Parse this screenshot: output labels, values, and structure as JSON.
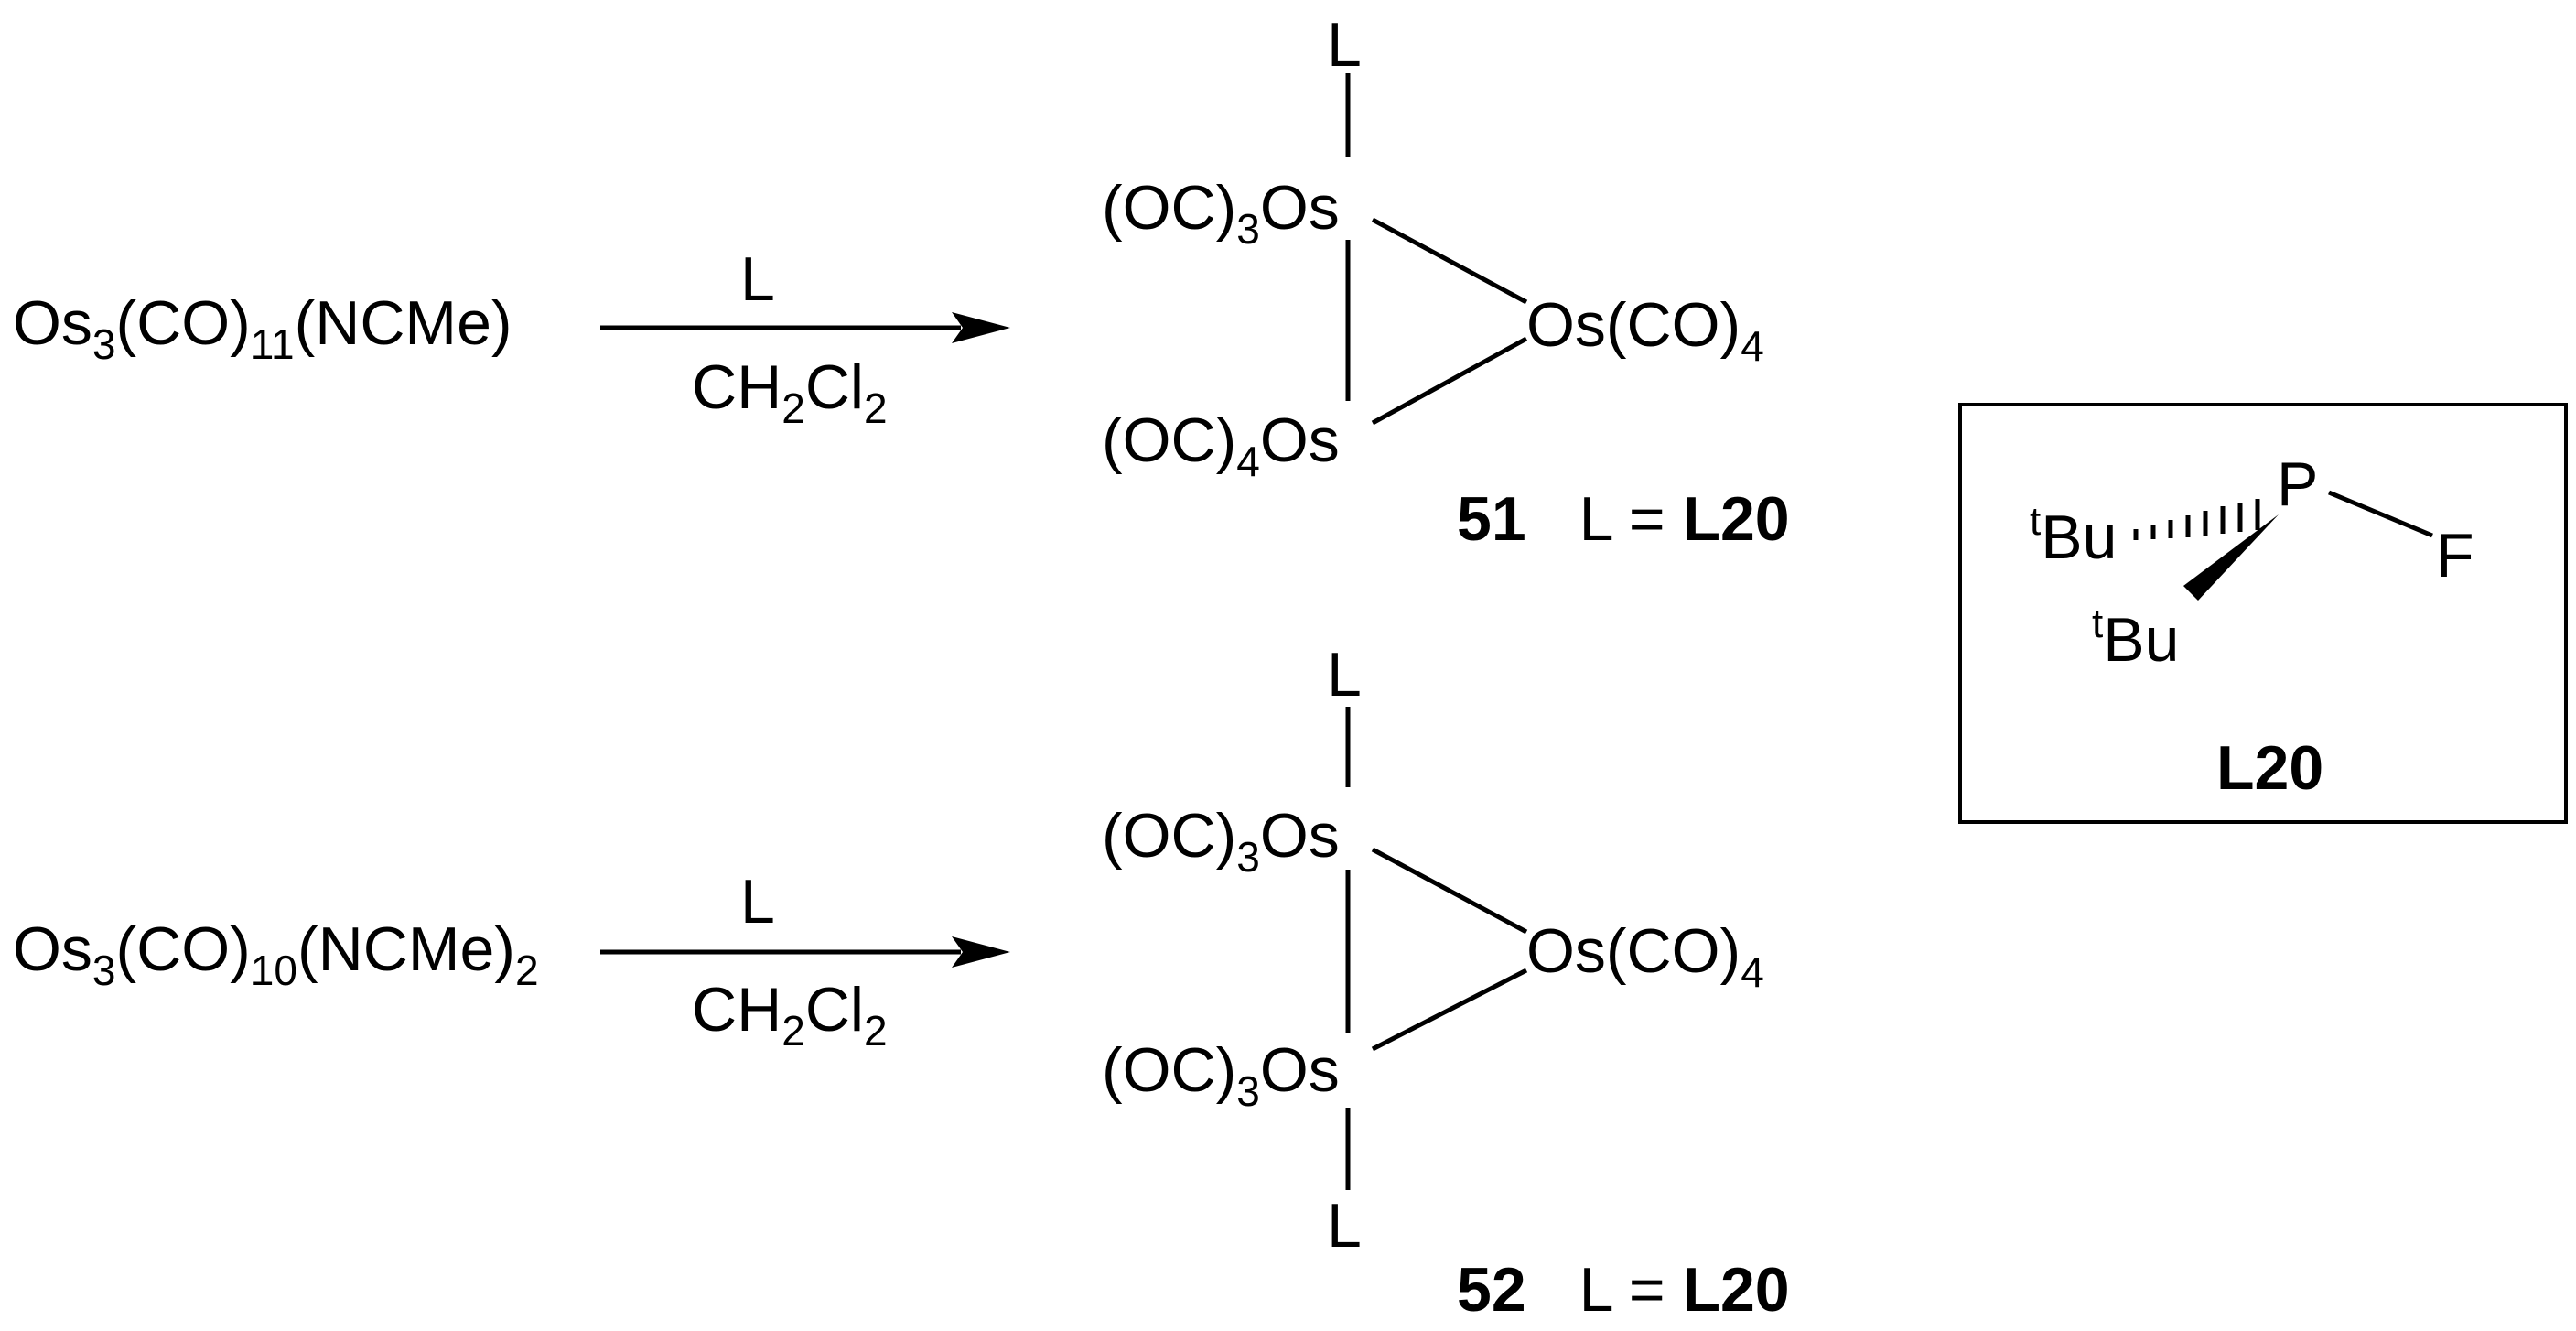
{
  "reaction1": {
    "reactant": {
      "a": "Os",
      "a_sub": "3",
      "b": "(CO)",
      "b_sub": "11",
      "c": "(NCMe)"
    },
    "reagent_above": "L",
    "reagent_below": {
      "a": "CH",
      "a_sub": "2",
      "b": "Cl",
      "b_sub": "2"
    },
    "product": {
      "top_ligand": "L",
      "os1": {
        "a": "(OC)",
        "a_sub": "3",
        "b": "Os"
      },
      "os2": {
        "a": "Os(CO)",
        "a_sub": "4"
      },
      "os3": {
        "a": "(OC)",
        "a_sub": "4",
        "b": "Os"
      },
      "number": "51",
      "l_eq": "L = ",
      "ligand_name": "L20"
    }
  },
  "reaction2": {
    "reactant": {
      "a": "Os",
      "a_sub": "3",
      "b": "(CO)",
      "b_sub": "10",
      "c": "(NCMe)",
      "c_sub": "2"
    },
    "reagent_above": "L",
    "reagent_below": {
      "a": "CH",
      "a_sub": "2",
      "b": "Cl",
      "b_sub": "2"
    },
    "product": {
      "top_ligand": "L",
      "os1": {
        "a": "(OC)",
        "a_sub": "3",
        "b": "Os"
      },
      "os2": {
        "a": "Os(CO)",
        "a_sub": "4"
      },
      "os3": {
        "a": "(OC)",
        "a_sub": "3",
        "b": "Os"
      },
      "bottom_ligand": "L",
      "number": "52",
      "l_eq": "L = ",
      "ligand_name": "L20"
    }
  },
  "ligand_box": {
    "tbu1_sup": "t",
    "tbu1": "Bu",
    "tbu2_sup": "t",
    "tbu2": "Bu",
    "p_atom": "P",
    "f_atom": "F",
    "label": "L20"
  }
}
